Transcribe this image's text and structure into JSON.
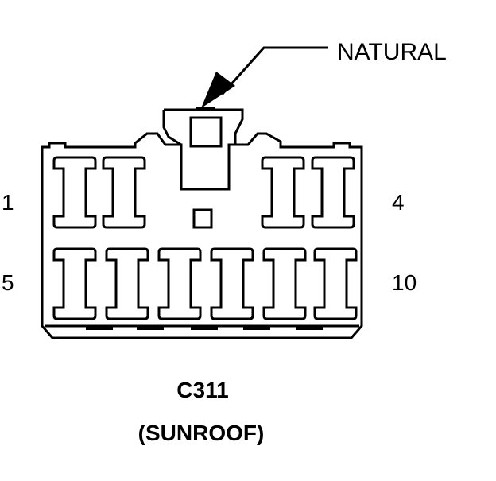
{
  "callout": {
    "label": "NATURAL"
  },
  "pins": {
    "top_left": "1",
    "top_right": "4",
    "bottom_left": "5",
    "bottom_right": "10"
  },
  "connector": {
    "id": "C311",
    "name": "(SUNROOF)"
  },
  "colors": {
    "line": "#000000",
    "background": "#ffffff"
  }
}
